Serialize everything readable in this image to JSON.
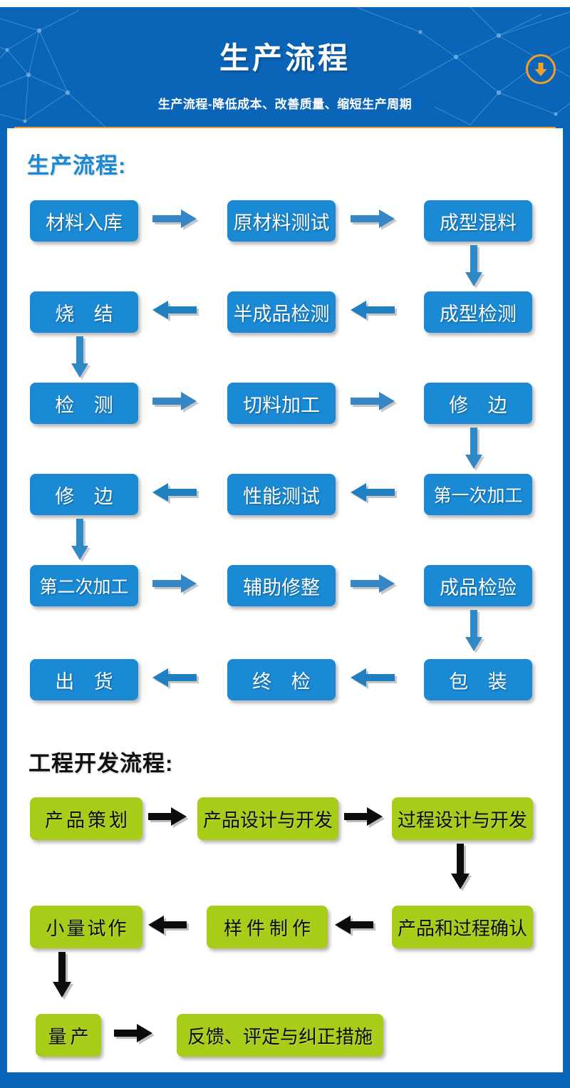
{
  "header": {
    "title": "生产流程",
    "subtitle": "生产流程-降低成本、改善质量、缩短生产周期",
    "download_icon": "download-arrow-icon",
    "accent_color": "#f0a02a",
    "background_color": "#0a65b8"
  },
  "sections": [
    {
      "id": "production",
      "heading": "生产流程:",
      "heading_color": "#1a8ad4",
      "node_color": "#1a8ad4",
      "node_text_color": "#ffffff",
      "rows": [
        {
          "direction": "right",
          "nodes": [
            "材料入库",
            "原材料测试",
            "成型混料"
          ]
        },
        {
          "direction": "left",
          "nodes": [
            "烧 结",
            "半成品检测",
            "成型检测"
          ]
        },
        {
          "direction": "right",
          "nodes": [
            "检 测",
            "切料加工",
            "修 边"
          ]
        },
        {
          "direction": "left",
          "nodes": [
            "修 边",
            "性能测试",
            "第一次加工"
          ]
        },
        {
          "direction": "right",
          "nodes": [
            "第二次加工",
            "辅助修整",
            "成品检验"
          ]
        },
        {
          "direction": "left",
          "nodes": [
            "出 货",
            "终 检",
            "包 装"
          ]
        }
      ],
      "vertical_links": [
        {
          "from": "成型混料",
          "to": "成型检测",
          "column": "right"
        },
        {
          "from": "烧 结",
          "to": "检 测",
          "column": "left"
        },
        {
          "from": "修 边",
          "to": "第一次加工",
          "column": "right"
        },
        {
          "from": "修 边",
          "to": "第二次加工",
          "column": "left"
        },
        {
          "from": "成品检验",
          "to": "包 装",
          "column": "right"
        }
      ]
    },
    {
      "id": "engineering",
      "heading": "工程开发流程:",
      "heading_color": "#101010",
      "node_color": "#a8cd18",
      "node_text_color": "#0b0b0b",
      "rows": [
        {
          "direction": "right",
          "nodes": [
            "产品策划",
            "产品设计与开发",
            "过程设计与开发"
          ]
        },
        {
          "direction": "left",
          "nodes": [
            "小量试作",
            "样件制作",
            "产品和过程确认"
          ]
        },
        {
          "direction": "right",
          "nodes": [
            "量产",
            "反馈、评定与纠正措施"
          ]
        }
      ],
      "vertical_links": [
        {
          "from": "过程设计与开发",
          "to": "产品和过程确认",
          "column": "right"
        },
        {
          "from": "小量试作",
          "to": "量产",
          "column": "left"
        }
      ]
    }
  ]
}
